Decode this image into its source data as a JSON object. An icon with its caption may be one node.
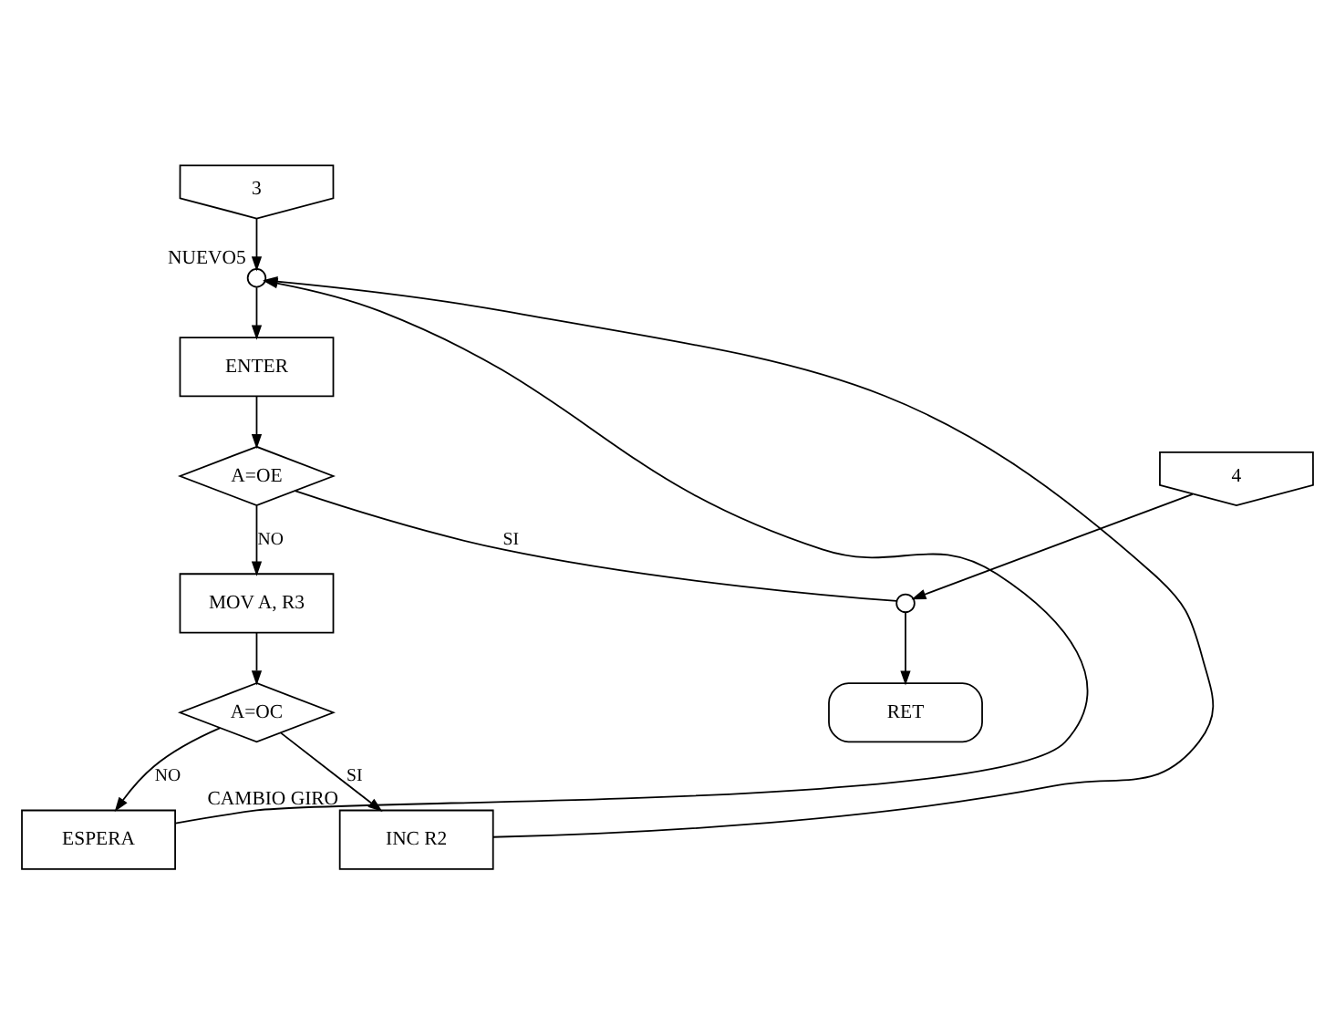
{
  "diagram": {
    "nodes": [
      {
        "text": [
          "3"
        ]
      },
      {
        "text": [],
        "shape": "circle",
        "beside": [
          "NUEVO5"
        ]
      },
      {
        "text": [
          "ENTER"
        ]
      },
      {
        "text": [
          "A=OE"
        ]
      },
      {
        "text": [
          "MOV A, R3"
        ]
      },
      {
        "text": [
          "A=OC"
        ]
      },
      {
        "text": [
          "ESPERA"
        ]
      },
      {
        "text": [
          "INC R2"
        ],
        "beside": [
          "CAMBIO GIRO"
        ]
      },
      {
        "text": [
          "4"
        ]
      },
      {
        "text": [],
        "shape": "circle"
      },
      {
        "text": [
          "RET"
        ]
      }
    ],
    "edges": [
      {
        "from": 0,
        "to": 1,
        "arrow": "to"
      },
      {
        "from": 1,
        "to": 2,
        "arrow": "to"
      },
      {
        "from": 2,
        "to": 3,
        "arrow": "to"
      },
      {
        "from": 3,
        "to": 9,
        "arrow": "none",
        "label": "SI"
      },
      {
        "from": 3,
        "to": 4,
        "arrow": "to",
        "label": "NO"
      },
      {
        "from": 4,
        "to": 5,
        "arrow": "to"
      },
      {
        "from": 5,
        "to": 6,
        "arrow": "to",
        "label": "NO"
      },
      {
        "from": 5,
        "to": 7,
        "arrow": "to",
        "label": "SI"
      },
      {
        "from": 6,
        "to": 1,
        "arrow": "to"
      },
      {
        "from": 7,
        "to": 1,
        "arrow": "to"
      },
      {
        "from": 8,
        "to": 9,
        "arrow": "to"
      },
      {
        "from": 9,
        "to": 10,
        "arrow": "to"
      }
    ]
  }
}
